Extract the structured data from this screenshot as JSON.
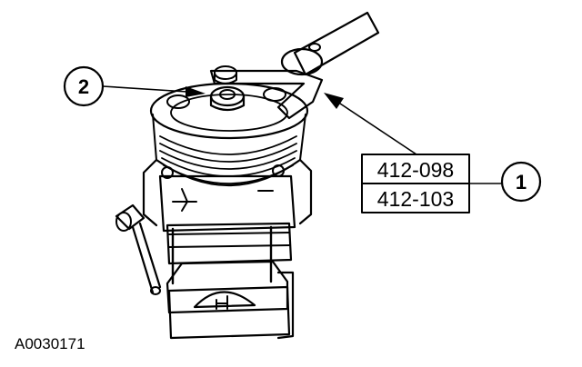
{
  "figure": {
    "id_label": "A0030171",
    "callouts": [
      {
        "number": "1",
        "tool_numbers": [
          "412-098",
          "412-103"
        ]
      },
      {
        "number": "2"
      }
    ]
  }
}
